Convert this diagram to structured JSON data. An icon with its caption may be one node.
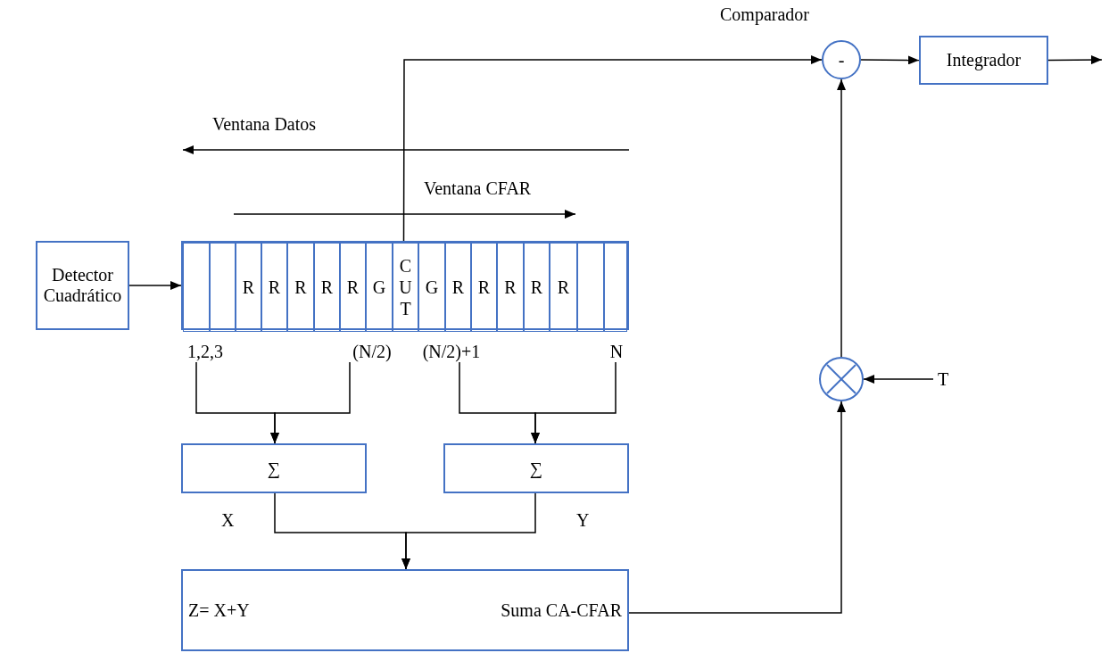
{
  "diagram": {
    "nodes": [
      {
        "text": [
          "Comparador",
          "-"
        ]
      },
      {
        "text": [
          "Integrador"
        ]
      },
      {
        "text": [
          "Detector Cuadrático"
        ]
      },
      {
        "text": [],
        "shape": "box"
      },
      {
        "text": [],
        "shape": "box",
        "in": 3
      },
      {
        "text": [],
        "shape": "box",
        "in": 3
      },
      {
        "text": [
          "R"
        ],
        "in": 3
      },
      {
        "text": [
          "R"
        ],
        "in": 3
      },
      {
        "text": [
          "R"
        ],
        "in": 3
      },
      {
        "text": [
          "R"
        ],
        "in": 3
      },
      {
        "text": [
          "R"
        ],
        "in": 3
      },
      {
        "text": [
          "G"
        ],
        "in": 3
      },
      {
        "text": [
          "C U T"
        ],
        "in": 3
      },
      {
        "text": [
          "G"
        ],
        "in": 3
      },
      {
        "text": [
          "R"
        ],
        "in": 3
      },
      {
        "text": [
          "R"
        ],
        "in": 3
      },
      {
        "text": [
          "R"
        ],
        "in": 3
      },
      {
        "text": [
          "R"
        ],
        "in": 3
      },
      {
        "text": [
          "R"
        ],
        "in": 3
      },
      {
        "text": [],
        "shape": "box",
        "in": 3
      },
      {
        "text": [],
        "shape": "box",
        "in": 3
      },
      {
        "text": [
          "1,2,3"
        ]
      },
      {
        "text": [
          "(N/2)"
        ]
      },
      {
        "text": [
          "(N/2)+1"
        ]
      },
      {
        "text": [
          "N"
        ]
      },
      {
        "text": [],
        "shape": "circle"
      },
      {
        "text": [
          "T"
        ]
      },
      {
        "text": [
          "∑"
        ],
        "beside": [
          "X"
        ]
      },
      {
        "text": [
          "∑"
        ],
        "beside": [
          "Y"
        ]
      },
      {
        "text": [
          "Z= X+Y",
          "Suma CA-CFAR"
        ]
      }
    ],
    "edges": [
      {
        "from": 12,
        "to": 0,
        "arrow": "to"
      },
      {
        "from": 0,
        "to": 1,
        "arrow": "to"
      },
      {
        "from": 1,
        "to": null,
        "arrow": "to"
      },
      {
        "from": 2,
        "to": 3,
        "arrow": "to"
      },
      {
        "from": 21,
        "to": 27,
        "arrow": "to"
      },
      {
        "from": 22,
        "to": 27,
        "arrow": "to"
      },
      {
        "from": 23,
        "to": 28,
        "arrow": "to"
      },
      {
        "from": 24,
        "to": 28,
        "arrow": "to"
      },
      {
        "from": 27,
        "to": 29,
        "arrow": "to"
      },
      {
        "from": 28,
        "to": 29,
        "arrow": "to"
      },
      {
        "from": 29,
        "to": 25,
        "arrow": "to"
      },
      {
        "from": 26,
        "to": 25,
        "arrow": "to"
      },
      {
        "from": 25,
        "to": 0,
        "arrow": "to"
      }
    ],
    "labels": [
      "Ventana Datos",
      "Ventana CFAR"
    ]
  }
}
